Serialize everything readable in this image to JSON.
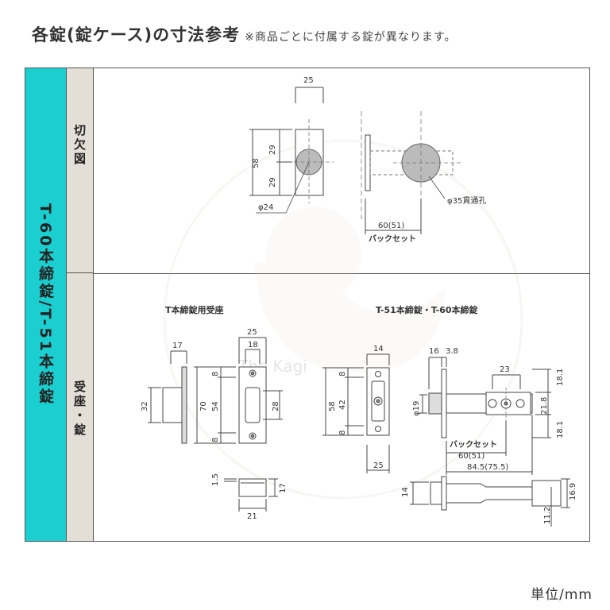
{
  "title": {
    "main": "各錠(錠ケース)の寸法参考",
    "note": "※商品ごとに付属する錠が異なります。"
  },
  "sidebar": {
    "label": "T-60本締錠/T-51本締錠"
  },
  "sections": {
    "cutout": {
      "label": "切欠図"
    },
    "strike": {
      "label": "受座・錠"
    }
  },
  "cutout_dims": {
    "width": "25",
    "height": "58",
    "half_top": "29",
    "half_bottom": "29",
    "hole_small": "φ24",
    "hole_large": "φ35貫通孔",
    "backset": "60(51)",
    "backset_label": "バックセット"
  },
  "strike_dims": {
    "title": "T本締錠用受座",
    "box_depth": "17",
    "box_height": "32",
    "plate_width": "25",
    "slot_width": "18",
    "plate_height": "70",
    "screw_top": "8",
    "slot_height": "54",
    "screw_bottom": "8",
    "opening": "28",
    "box_thickness": "1.5",
    "box_width": "21",
    "box_side": "17"
  },
  "lock_dims": {
    "title": "T-51本締錠・T-60本締錠",
    "front_width": "14",
    "front_height": "58",
    "front_top": "8",
    "front_mid": "42",
    "front_bottom": "8",
    "hole": "φ19",
    "bolt_width": "25",
    "bolt_len": "16",
    "faceplate": "3.8",
    "hub_spacing": "23",
    "top_offset": "18.1",
    "hub_height": "21.8",
    "bottom_offset": "18.1",
    "backset_label": "バックセット",
    "backset": "60(51)",
    "overall": "84.5(75.5)",
    "bolt_thick": "14",
    "tail_total": "16.9",
    "tail_inner": "11.2"
  },
  "watermark": "The Kagi",
  "unit_label": "単位/mm"
}
